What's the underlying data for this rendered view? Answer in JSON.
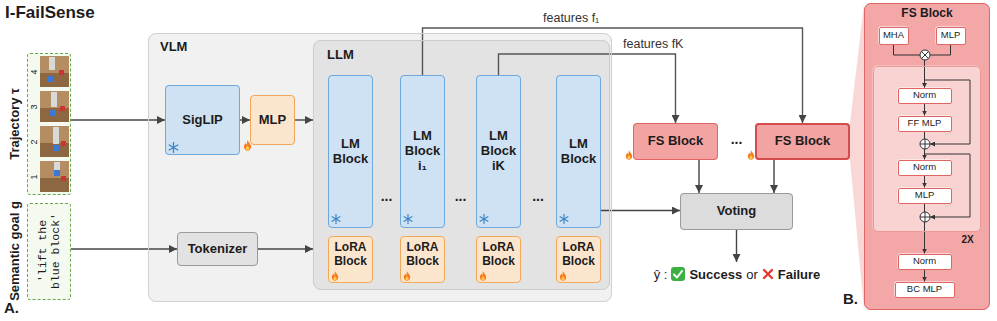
{
  "diagram": {
    "title": "I-FailSense",
    "nodes": [
      {
        "text": [
          "Trajectory τ"
        ]
      },
      {
        "text": [
          "Semantic goal g",
          "'lift the blue block'"
        ]
      },
      {
        "text": [
          "VLM"
        ]
      },
      {
        "text": [
          "SigLIP"
        ],
        "in": 2
      },
      {
        "text": [
          "MLP"
        ],
        "in": 2
      },
      {
        "text": [
          "Tokenizer"
        ],
        "in": 2
      },
      {
        "text": [
          "LLM"
        ],
        "in": 2
      },
      {
        "text": [
          "LM Block"
        ],
        "in": 6
      },
      {
        "text": [
          "LM Block",
          "i₁"
        ],
        "in": 6
      },
      {
        "text": [
          "LM Block",
          "iK"
        ],
        "in": 6
      },
      {
        "text": [
          "LM Block"
        ],
        "in": 6
      },
      {
        "text": [
          "LoRA Block"
        ],
        "in": 6
      },
      {
        "text": [
          "LoRA Block"
        ],
        "in": 6
      },
      {
        "text": [
          "LoRA Block"
        ],
        "in": 6
      },
      {
        "text": [
          "LoRA Block"
        ],
        "in": 6
      },
      {
        "text": [
          "FS Block"
        ]
      },
      {
        "text": [
          "FS Block"
        ]
      },
      {
        "text": [
          "Voting"
        ]
      },
      {
        "text": [
          "FS Block"
        ]
      },
      {
        "text": [
          "MHA"
        ],
        "in": 18
      },
      {
        "text": [
          "MLP"
        ],
        "in": 18
      },
      {
        "text": [
          "2X"
        ],
        "in": 18
      },
      {
        "text": [
          "Norm"
        ],
        "in": 21
      },
      {
        "text": [
          "FF MLP"
        ],
        "in": 21
      },
      {
        "text": [
          "Norm"
        ],
        "in": 21
      },
      {
        "text": [
          "MLP"
        ],
        "in": 21
      },
      {
        "text": [
          "Norm"
        ],
        "in": 18
      },
      {
        "text": [
          "BC MLP"
        ],
        "in": 18
      }
    ],
    "edges": [
      {
        "from": 0,
        "to": 3,
        "arrow": "to"
      },
      {
        "from": 3,
        "to": 4,
        "arrow": "to"
      },
      {
        "from": 4,
        "to": 6,
        "arrow": "to"
      },
      {
        "from": 1,
        "to": 5,
        "arrow": "to"
      },
      {
        "from": 5,
        "to": 6,
        "arrow": "to"
      },
      {
        "from": 8,
        "to": 16,
        "label": "features f₁",
        "arrow": "to"
      },
      {
        "from": 9,
        "to": 15,
        "label": "features fK",
        "arrow": "to"
      },
      {
        "from": 10,
        "to": 17,
        "arrow": "to"
      },
      {
        "from": 15,
        "to": 17,
        "arrow": "to"
      },
      {
        "from": 16,
        "to": 17,
        "arrow": "to"
      },
      {
        "from": 19,
        "to": 22,
        "arrow": "to"
      },
      {
        "from": 20,
        "to": 22,
        "arrow": "to"
      },
      {
        "from": 22,
        "to": 23,
        "arrow": "to"
      },
      {
        "from": 23,
        "to": 24,
        "arrow": "to"
      },
      {
        "from": 24,
        "to": 25,
        "arrow": "to"
      },
      {
        "from": 25,
        "to": 26,
        "arrow": "to"
      },
      {
        "from": 26,
        "to": 27,
        "arrow": "to"
      }
    ],
    "labels": [
      "A.",
      "B.",
      "4",
      "3",
      "2",
      "1",
      "...",
      "...",
      "...",
      "...",
      "ŷ :",
      "Success",
      "or",
      "Failure"
    ]
  }
}
